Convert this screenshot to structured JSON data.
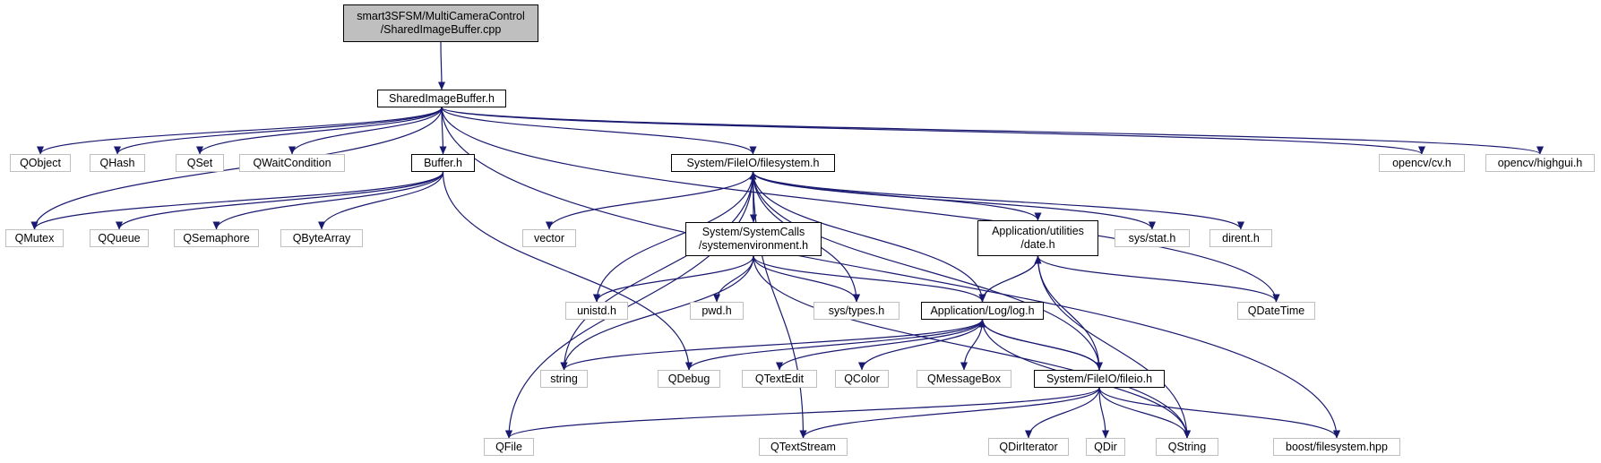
{
  "colors": {
    "edge": "#191970",
    "ext_border": "#bfbfbf",
    "root_fill": "#bfbfbf"
  },
  "nodes": {
    "root": "smart3SFSM/MultiCameraControl\n/SharedImageBuffer.cpp",
    "shared_image_buffer_h": "SharedImageBuffer.h",
    "qobject": "QObject",
    "qhash": "QHash",
    "qset": "QSet",
    "qwaitcondition": "QWaitCondition",
    "buffer_h": "Buffer.h",
    "filesystem_h": "System/FileIO/filesystem.h",
    "opencv_cv": "opencv/cv.h",
    "opencv_highgui": "opencv/highgui.h",
    "qmutex": "QMutex",
    "qqueue": "QQueue",
    "qsemaphore": "QSemaphore",
    "qbytearray": "QByteArray",
    "vector": "vector",
    "systemenvironment_h": "System/SystemCalls\n/systemenvironment.h",
    "date_h": "Application/utilities\n/date.h",
    "sys_stat": "sys/stat.h",
    "dirent": "dirent.h",
    "unistd": "unistd.h",
    "pwd": "pwd.h",
    "sys_types": "sys/types.h",
    "log_h": "Application/Log/log.h",
    "qdatetime": "QDateTime",
    "string": "string",
    "qdebug": "QDebug",
    "qtextedit": "QTextEdit",
    "qcolor": "QColor",
    "qmessagebox": "QMessageBox",
    "fileio_h": "System/FileIO/fileio.h",
    "qfile": "QFile",
    "qtextstream": "QTextStream",
    "qdiriterator": "QDirIterator",
    "qdir": "QDir",
    "qstring": "QString",
    "boost_filesystem": "boost/filesystem.hpp"
  },
  "edges": [
    [
      "root",
      "shared_image_buffer_h"
    ],
    [
      "shared_image_buffer_h",
      "qobject"
    ],
    [
      "shared_image_buffer_h",
      "qhash"
    ],
    [
      "shared_image_buffer_h",
      "qset"
    ],
    [
      "shared_image_buffer_h",
      "qwaitcondition"
    ],
    [
      "shared_image_buffer_h",
      "qmutex"
    ],
    [
      "shared_image_buffer_h",
      "buffer_h"
    ],
    [
      "shared_image_buffer_h",
      "filesystem_h"
    ],
    [
      "shared_image_buffer_h",
      "opencv_cv"
    ],
    [
      "shared_image_buffer_h",
      "opencv_highgui"
    ],
    [
      "shared_image_buffer_h",
      "qdatetime"
    ],
    [
      "shared_image_buffer_h",
      "boost_filesystem"
    ],
    [
      "buffer_h",
      "qmutex"
    ],
    [
      "buffer_h",
      "qqueue"
    ],
    [
      "buffer_h",
      "qsemaphore"
    ],
    [
      "buffer_h",
      "qbytearray"
    ],
    [
      "buffer_h",
      "qdebug"
    ],
    [
      "filesystem_h",
      "vector"
    ],
    [
      "filesystem_h",
      "systemenvironment_h"
    ],
    [
      "filesystem_h",
      "date_h"
    ],
    [
      "filesystem_h",
      "sys_stat"
    ],
    [
      "filesystem_h",
      "dirent"
    ],
    [
      "filesystem_h",
      "unistd"
    ],
    [
      "filesystem_h",
      "sys_types"
    ],
    [
      "filesystem_h",
      "log_h"
    ],
    [
      "filesystem_h",
      "string"
    ],
    [
      "filesystem_h",
      "qfile"
    ],
    [
      "filesystem_h",
      "qtextstream"
    ],
    [
      "systemenvironment_h",
      "unistd"
    ],
    [
      "systemenvironment_h",
      "pwd"
    ],
    [
      "systemenvironment_h",
      "sys_types"
    ],
    [
      "systemenvironment_h",
      "log_h"
    ],
    [
      "systemenvironment_h",
      "string"
    ],
    [
      "systemenvironment_h",
      "qstring"
    ],
    [
      "date_h",
      "log_h"
    ],
    [
      "date_h",
      "qdatetime"
    ],
    [
      "date_h",
      "qstring"
    ],
    [
      "log_h",
      "date_h"
    ],
    [
      "log_h",
      "string"
    ],
    [
      "log_h",
      "qdebug"
    ],
    [
      "log_h",
      "qtextedit"
    ],
    [
      "log_h",
      "qcolor"
    ],
    [
      "log_h",
      "qmessagebox"
    ],
    [
      "log_h",
      "fileio_h"
    ],
    [
      "log_h",
      "qstring"
    ],
    [
      "fileio_h",
      "filesystem_h"
    ],
    [
      "fileio_h",
      "date_h"
    ],
    [
      "fileio_h",
      "log_h"
    ],
    [
      "fileio_h",
      "qfile"
    ],
    [
      "fileio_h",
      "qtextstream"
    ],
    [
      "fileio_h",
      "qdiriterator"
    ],
    [
      "fileio_h",
      "qdir"
    ],
    [
      "fileio_h",
      "qstring"
    ],
    [
      "fileio_h",
      "boost_filesystem"
    ]
  ]
}
